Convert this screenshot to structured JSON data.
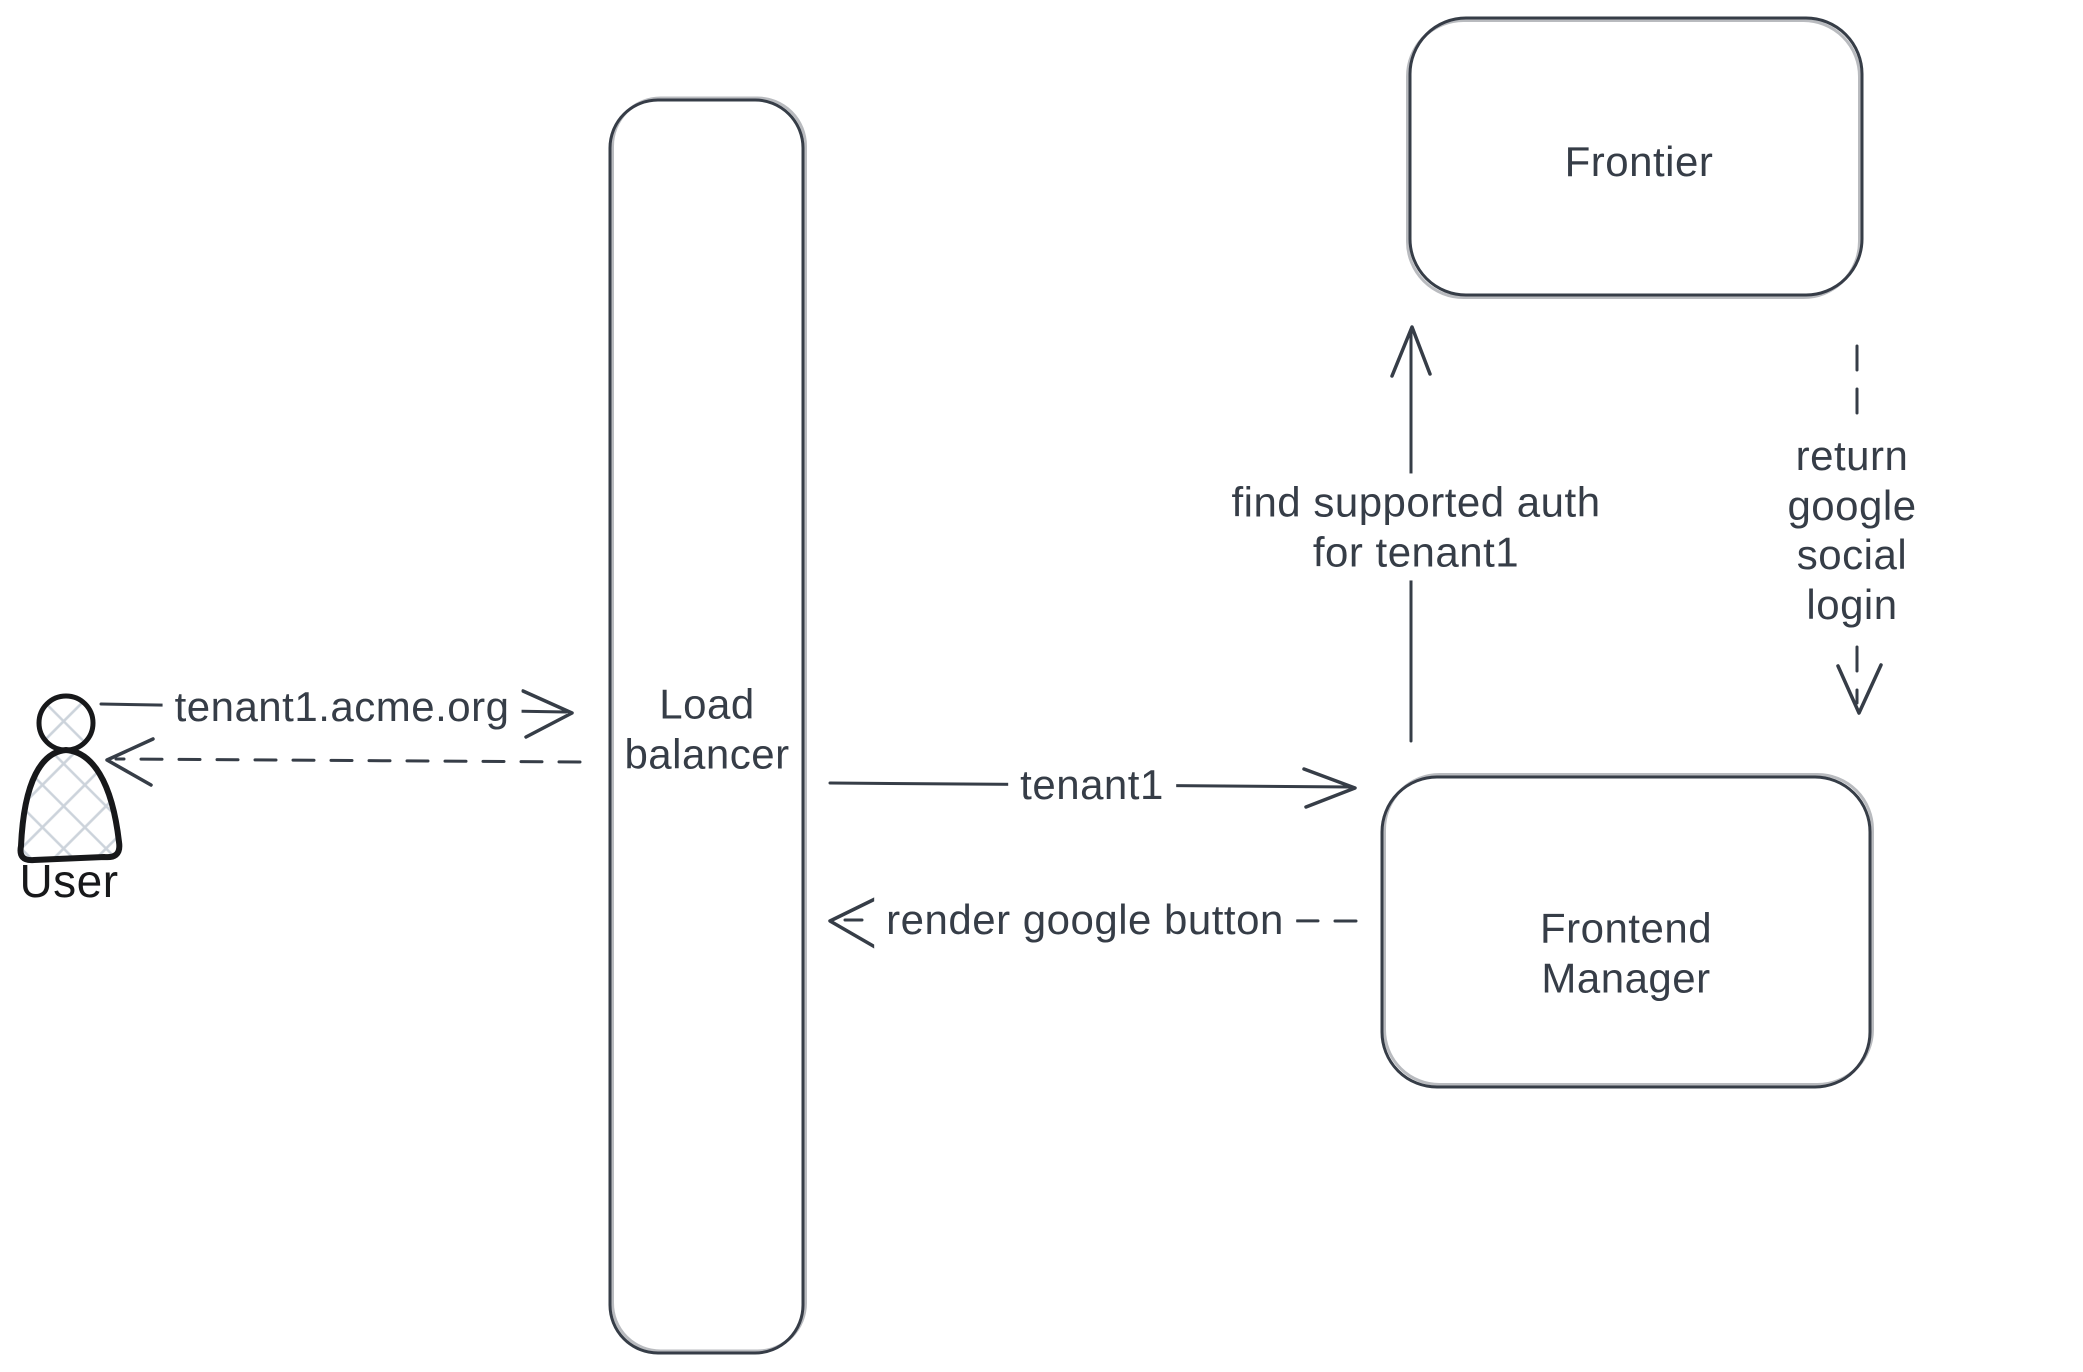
{
  "diagram": {
    "nodes": {
      "user": {
        "label": "User"
      },
      "load_balancer": {
        "label": "Load\nbalancer"
      },
      "frontier": {
        "label": "Frontier"
      },
      "frontend_manager": {
        "label": "Frontend\nManager"
      }
    },
    "edges": {
      "user_to_load_balancer": {
        "label": "tenant1.acme.org",
        "style": "solid",
        "direction": "right"
      },
      "load_balancer_to_user": {
        "label": "",
        "style": "dashed",
        "direction": "left"
      },
      "load_balancer_to_frontend_manager": {
        "label": "tenant1",
        "style": "solid",
        "direction": "right"
      },
      "frontend_manager_to_load_balancer": {
        "label": "render google button",
        "style": "dashed",
        "direction": "left"
      },
      "frontend_manager_to_frontier": {
        "label": "find supported auth\nfor tenant1",
        "style": "solid",
        "direction": "up"
      },
      "frontier_to_frontend_manager": {
        "label": "return google social\nlogin",
        "style": "dashed",
        "direction": "down"
      }
    },
    "colors": {
      "stroke": "#363d47",
      "user_stroke": "#17181a",
      "hatch": "#ccd3db",
      "background": "#ffffff"
    }
  }
}
